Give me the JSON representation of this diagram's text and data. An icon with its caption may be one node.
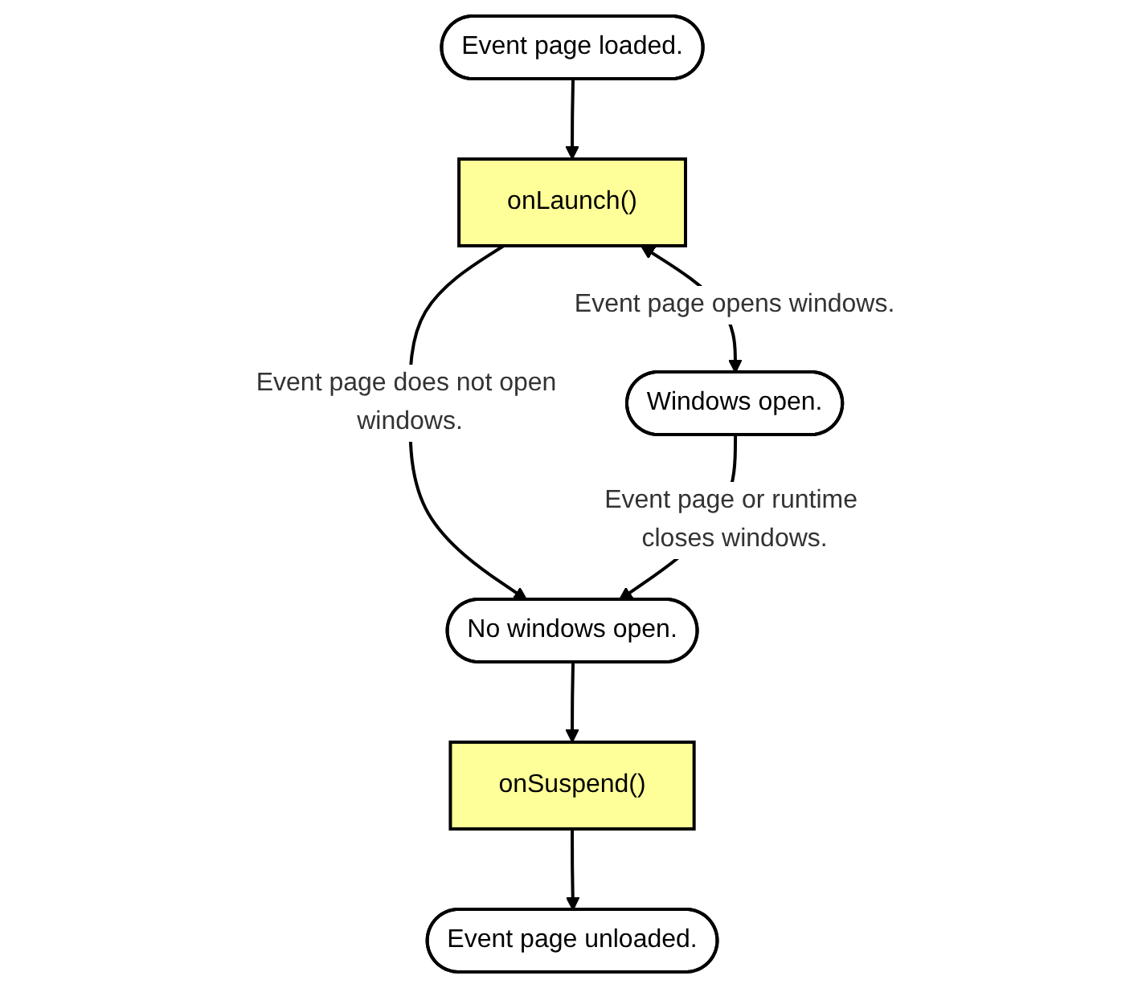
{
  "diagram": {
    "nodes": [
      {
        "text": [
          "Event page loaded."
        ]
      },
      {
        "text": [
          "onLaunch()"
        ]
      },
      {
        "text": [
          "No windows open."
        ]
      },
      {
        "text": [
          "Windows open."
        ]
      },
      {
        "text": [
          "onSuspend()"
        ]
      },
      {
        "text": [
          "Event page unloaded."
        ]
      }
    ],
    "edges": [
      {
        "from": 0,
        "to": 1,
        "arrow": "to"
      },
      {
        "from": 1,
        "to": 2,
        "arrow": "to",
        "label": "Event page does not open windows."
      },
      {
        "from": 1,
        "to": 3,
        "arrow": "both",
        "label": "Event page opens windows."
      },
      {
        "from": 3,
        "to": 2,
        "arrow": "to",
        "label": "Event page or runtime closes windows."
      },
      {
        "from": 2,
        "to": 4,
        "arrow": "to"
      },
      {
        "from": 4,
        "to": 5,
        "arrow": "to"
      }
    ]
  }
}
